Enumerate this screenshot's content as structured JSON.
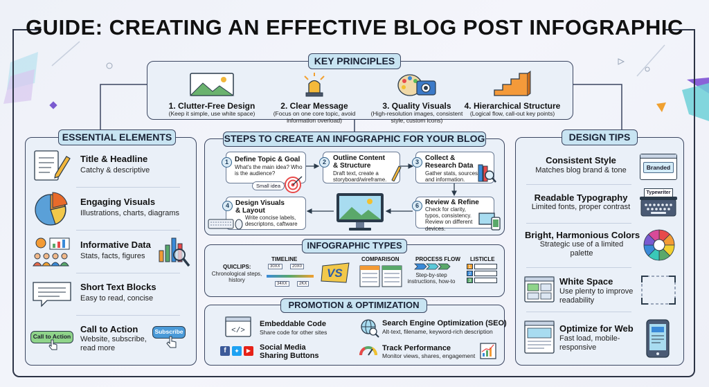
{
  "title": "GUIDE: CREATING AN EFFECTIVE BLOG POST INFOGRAPHIC",
  "key_principles": {
    "header": "KEY PRINCIPLES",
    "items": [
      {
        "name": "1. Clutter-Free Design",
        "desc": "(Keep it simple, use white space)",
        "icon": "landscape-icon"
      },
      {
        "name": "2. Clear Message",
        "desc": "(Focus on one core topic, avoid information overload)",
        "icon": "beacon-light-icon"
      },
      {
        "name": "3. Quality Visuals",
        "desc": "(High-resolution images, consistent style, custom icons)",
        "icon": "palette-camera-icon"
      },
      {
        "name": "4. Hierarchical Structure",
        "desc": "(Logical flow, call-out key points)",
        "icon": "stairs-icon"
      }
    ]
  },
  "essential_elements": {
    "header": "ESSENTIAL ELEMENTS",
    "items": [
      {
        "title": "Title & Headline",
        "desc": "Catchy & descriptive"
      },
      {
        "title": "Engaging Visuals",
        "desc": "Illustrations, charts, diagrams"
      },
      {
        "title": "Informative Data",
        "desc": "Stats, facts, figures"
      },
      {
        "title": "Short Text Blocks",
        "desc": "Easy to read, concise"
      },
      {
        "title": "Call to Action",
        "desc": "Website, subscribe, read more",
        "button_cta": "Call to Action",
        "button_sub": "Subscribe"
      }
    ]
  },
  "steps": {
    "header": "STEPS TO CREATE AN INFOGRAPHIC FOR YOUR BLOG",
    "items": [
      {
        "num": "1",
        "title": "Define Topic & Goal",
        "desc": "What's the main idea? Who is the audience?",
        "tag": "Small idea"
      },
      {
        "num": "2",
        "title": "Outline Content & Structure",
        "desc": "Draft text, create a storyboard/wireframe."
      },
      {
        "num": "3",
        "title": "Collect & Research Data",
        "desc": "Gather stats, sources, and information."
      },
      {
        "num": "4",
        "title": "Design Visuals & Layout",
        "desc": "Write concise labels, descriptons, caftware"
      },
      {
        "num": "6",
        "title": "Review & Refine",
        "desc": "Check for clarity, typos, consistency. Review on different devices."
      }
    ]
  },
  "types": {
    "header": "INFOGRAPHIC TYPES",
    "quiclips_label": "QUICLIPS:",
    "quiclips_desc": "Chronological steps, history",
    "timeline": "TIMELINE",
    "tl_years": [
      "30XX",
      "20X0",
      "34XX",
      "2KX"
    ],
    "vs": "VS",
    "comparison": "COMPARISON",
    "process_flow": "PROCESS FLOW",
    "process_desc": "Step-by-step instructions, how-to",
    "listicle": "LISTICLE",
    "list_nums": [
      "1",
      "2",
      "3"
    ]
  },
  "promotion": {
    "header": "PROMOTION & OPTIMIZATION",
    "items": [
      {
        "title": "Embeddable Code",
        "desc": "Share code for other sites",
        "icon": "code-icon"
      },
      {
        "title": "Search Engine Optimization (SEO)",
        "desc": "Alt-text, filename, keyword-rich description",
        "icon": "globe-search-icon"
      },
      {
        "title": "Social Media Sharing Buttons",
        "desc": "",
        "icon": "social-icons"
      },
      {
        "title": "Track Performance",
        "desc": "Monitor views, shares, engagement",
        "icon": "gauge-icon"
      }
    ]
  },
  "design_tips": {
    "header": "DESIGN TIPS",
    "items": [
      {
        "title": "Consistent Style",
        "desc": "Matches blog brand & tone",
        "badge": "Branded"
      },
      {
        "title": "Readable Typography",
        "desc": "Limited fonts, proper contrast",
        "badge": "Typewriter"
      },
      {
        "title": "Bright, Harmonious Colors",
        "desc": "Strategic use of a limited palette"
      },
      {
        "title": "White Space",
        "desc": "Use plenty to improve readability"
      },
      {
        "title": "Optimize for Web",
        "desc": "Fast load, mobile-responsive"
      }
    ]
  },
  "colors": {
    "header_bg": "#c8e4f2",
    "panel_bg": "#eaf0f8",
    "border": "#3a4560",
    "accent_orange": "#f39b35",
    "accent_blue": "#4a90c8",
    "accent_green": "#5aa86a"
  }
}
